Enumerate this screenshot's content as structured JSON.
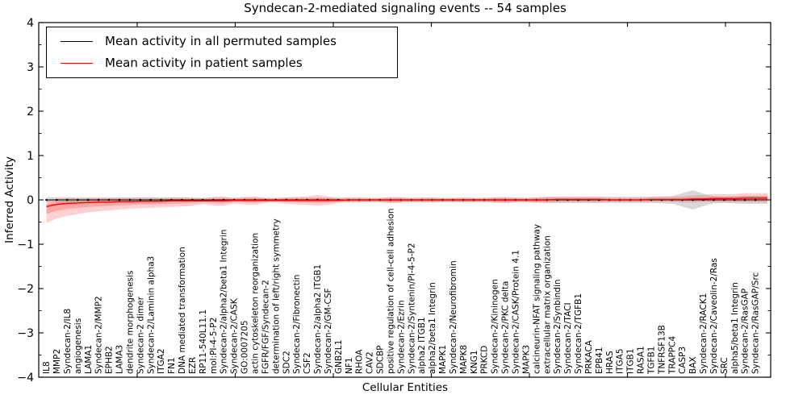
{
  "chart_data": {
    "type": "line",
    "title": "Syndecan-2-mediated signaling events -- 54 samples",
    "xlabel": "Cellular Entities",
    "ylabel": "Inferred Activity",
    "ylim": [
      -4,
      4
    ],
    "yticks": [
      4,
      3,
      2,
      1,
      0,
      -1,
      -2,
      -3,
      -4
    ],
    "grid": false,
    "legend_position": "upper left",
    "categories": [
      "IL8",
      "MMP2",
      "Syndecan-2/IL8",
      "angiogenesis",
      "LAMA1",
      "Syndecan-2/MMP2",
      "EPHB2",
      "LAMA3",
      "dendrite morphogenesis",
      "Syndecan-2 dimer",
      "Syndecan-2/Laminin alpha3",
      "ITGA2",
      "FN1",
      "DNA mediated transformation",
      "EZR",
      "RP11-540L11.1",
      "mol:PI-4-5-P2",
      "Syndecan-2/alpha2/beta1 Integrin",
      "Syndecan-2/CASK",
      "GO:0007205",
      "actin cytoskeleton reorganization",
      "FGFR/FGF/Syndecan-2",
      "determination of left/right symmetry",
      "SDC2",
      "Syndecan-2/Fibronectin",
      "CSF2",
      "Syndecan-2/alpha2 ITGB1",
      "Syndecan-2/GM-CSF",
      "GNB2L1",
      "NF1",
      "RHOA",
      "CAV2",
      "SDCBP",
      "positive regulation of cell-cell adhesion",
      "Syndecan-2/Ezrin",
      "Syndecan-2/Syntenin/PI-4-5-P2",
      "alpha2 ITGB1",
      "alpha2/beta1 Integrin",
      "MAPK1",
      "Syndecan-2/Neurofibromin",
      "MAPK8",
      "KNG1",
      "PRKCD",
      "Syndecan-2/Kininogen",
      "Syndecan-2/PKC delta",
      "Syndecan-2/CASK/Protein 4.1",
      "MAPK3",
      "calcineurin-NFAT signaling pathway",
      "extracellular matrix organization",
      "Syndecan-2/Synbindin",
      "Syndecan-2/TACI",
      "Syndecan-2/TGFB1",
      "PRKACA",
      "EPB41",
      "HRAS",
      "ITGA5",
      "ITGB1",
      "RASA1",
      "TGFB1",
      "TNFRSF13B",
      "TRAPPC4",
      "CASP3",
      "BAX",
      "Syndecan-2/RACK1",
      "Syndecan-2/Caveolin-2/Ras",
      "SRC",
      "alpha5/beta1 Integrin",
      "Syndecan-2/RasGAP",
      "Syndecan-2/RasGAP/Src"
    ],
    "series": [
      {
        "name": "Mean activity in all permuted samples",
        "color": "#000000",
        "band_color": "#aaaaaa",
        "values": [
          0,
          0,
          0,
          0,
          0,
          0,
          0,
          0,
          0,
          0,
          0,
          0,
          0,
          0,
          0,
          0,
          0,
          0,
          0,
          0,
          0,
          0,
          0,
          0,
          0,
          0,
          0,
          0,
          0,
          0,
          0,
          0,
          0,
          0,
          0,
          0,
          0,
          0,
          0,
          0,
          0,
          0,
          0,
          0,
          0,
          0,
          0,
          0,
          0,
          0,
          0,
          0,
          0,
          0,
          0,
          0,
          0,
          0,
          0,
          0,
          0,
          0,
          0,
          0,
          0,
          0,
          0,
          0,
          0
        ],
        "band_upper": [
          0.06,
          0.06,
          0.06,
          0.05,
          0.05,
          0.05,
          0.05,
          0.05,
          0.05,
          0.05,
          0.05,
          0.05,
          0.05,
          0.05,
          0.05,
          0.05,
          0.05,
          0.05,
          0.05,
          0.05,
          0.05,
          0.05,
          0.05,
          0.05,
          0.05,
          0.05,
          0.05,
          0.05,
          0.05,
          0.05,
          0.05,
          0.05,
          0.05,
          0.05,
          0.05,
          0.05,
          0.05,
          0.05,
          0.05,
          0.05,
          0.05,
          0.05,
          0.05,
          0.05,
          0.05,
          0.05,
          0.05,
          0.05,
          0.07,
          0.07,
          0.07,
          0.07,
          0.07,
          0.07,
          0.07,
          0.07,
          0.07,
          0.07,
          0.07,
          0.08,
          0.09,
          0.15,
          0.22,
          0.14,
          0.08,
          0.07,
          0.08,
          0.09,
          0.09
        ],
        "band_lower": [
          -0.06,
          -0.06,
          -0.06,
          -0.05,
          -0.05,
          -0.05,
          -0.05,
          -0.05,
          -0.05,
          -0.05,
          -0.05,
          -0.05,
          -0.05,
          -0.05,
          -0.05,
          -0.05,
          -0.05,
          -0.05,
          -0.05,
          -0.05,
          -0.05,
          -0.05,
          -0.05,
          -0.05,
          -0.05,
          -0.05,
          -0.05,
          -0.05,
          -0.05,
          -0.05,
          -0.05,
          -0.05,
          -0.05,
          -0.05,
          -0.05,
          -0.05,
          -0.05,
          -0.05,
          -0.05,
          -0.05,
          -0.05,
          -0.05,
          -0.05,
          -0.05,
          -0.05,
          -0.05,
          -0.05,
          -0.05,
          -0.07,
          -0.07,
          -0.07,
          -0.07,
          -0.07,
          -0.07,
          -0.07,
          -0.07,
          -0.07,
          -0.07,
          -0.07,
          -0.08,
          -0.09,
          -0.15,
          -0.22,
          -0.14,
          -0.08,
          -0.07,
          -0.08,
          -0.09,
          -0.09
        ]
      },
      {
        "name": "Mean activity in patient samples",
        "color": "#ff0000",
        "band_color": "#ff5555",
        "values": [
          -0.15,
          -0.1,
          -0.08,
          -0.07,
          -0.06,
          -0.05,
          -0.05,
          -0.04,
          -0.04,
          -0.03,
          -0.03,
          -0.03,
          -0.02,
          -0.02,
          -0.02,
          -0.02,
          -0.02,
          -0.02,
          -0.01,
          -0.01,
          -0.01,
          -0.01,
          -0.01,
          -0.01,
          -0.01,
          -0.01,
          -0.01,
          -0.01,
          -0.01,
          0,
          0,
          0,
          0,
          0,
          0,
          0,
          0,
          0,
          0,
          0,
          0,
          0,
          0,
          0,
          0,
          0,
          0,
          0,
          0,
          0.01,
          0.01,
          0.01,
          0.01,
          0.01,
          0,
          0,
          0,
          0,
          0.01,
          0.01,
          0.01,
          0.01,
          0.02,
          0.02,
          0.03,
          0.03,
          0.03,
          0.04,
          0.04
        ],
        "band_upper": [
          -0.02,
          0.02,
          0.04,
          0.04,
          0.05,
          0.05,
          0.05,
          0.06,
          0.05,
          0.06,
          0.06,
          0.05,
          0.06,
          0.06,
          0.05,
          0.03,
          0.07,
          0.08,
          0.04,
          0.07,
          0.08,
          0.04,
          0.03,
          0.06,
          0.07,
          0.08,
          0.11,
          0.08,
          0.04,
          0.05,
          0.05,
          0.04,
          0.04,
          0.07,
          0.06,
          0.04,
          0.05,
          0.05,
          0.04,
          0.04,
          0.05,
          0.04,
          0.04,
          0.06,
          0.07,
          0.05,
          0.04,
          0.06,
          0.07,
          0.07,
          0.07,
          0.07,
          0.07,
          0.07,
          0.05,
          0.05,
          0.05,
          0.05,
          0.07,
          0.07,
          0.07,
          0.08,
          0.1,
          0.11,
          0.13,
          0.13,
          0.13,
          0.15,
          0.15
        ],
        "band_lower": [
          -0.52,
          -0.42,
          -0.36,
          -0.32,
          -0.28,
          -0.26,
          -0.24,
          -0.22,
          -0.2,
          -0.19,
          -0.18,
          -0.17,
          -0.16,
          -0.15,
          -0.13,
          -0.09,
          -0.12,
          -0.13,
          -0.08,
          -0.1,
          -0.11,
          -0.07,
          -0.06,
          -0.09,
          -0.1,
          -0.11,
          -0.13,
          -0.11,
          -0.07,
          -0.06,
          -0.06,
          -0.05,
          -0.05,
          -0.08,
          -0.07,
          -0.05,
          -0.06,
          -0.06,
          -0.05,
          -0.05,
          -0.06,
          -0.05,
          -0.05,
          -0.07,
          -0.08,
          -0.06,
          -0.05,
          -0.07,
          -0.07,
          -0.06,
          -0.06,
          -0.06,
          -0.06,
          -0.06,
          -0.05,
          -0.05,
          -0.05,
          -0.05,
          -0.05,
          -0.05,
          -0.05,
          -0.06,
          -0.06,
          -0.05,
          -0.06,
          -0.06,
          -0.06,
          -0.06,
          -0.06
        ]
      }
    ]
  }
}
